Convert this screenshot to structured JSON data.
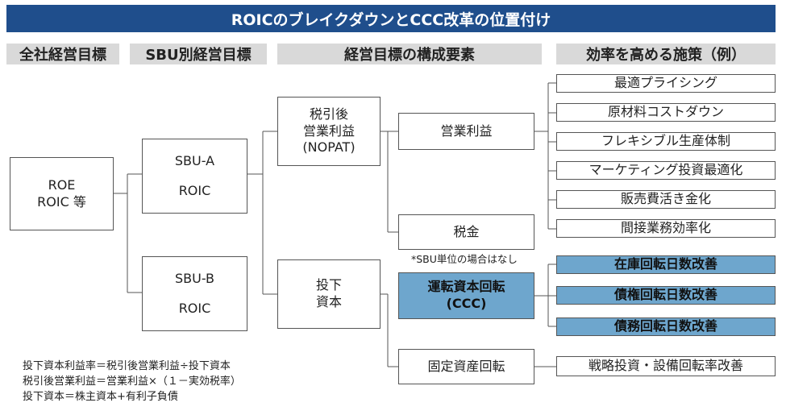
{
  "title": "ROICのブレイクダウンとCCC改革の位置付け",
  "columns": [
    "全社経営目標",
    "SBU別経営目標",
    "経営目標の構成要素",
    "効率を高める施策（例）"
  ],
  "company_goal": {
    "line1": "ROE",
    "line2": "ROIC 等"
  },
  "sbu_a": {
    "name": "SBU-A",
    "metric": "ROIC"
  },
  "sbu_b": {
    "name": "SBU-B",
    "metric": "ROIC"
  },
  "nopat": "税引後\n営業利益\n(NOPAT)",
  "invested_capital": "投下\n資本",
  "operating_profit": "営業利益",
  "tax": "税金",
  "tax_note": "*SBU単位の場合はなし",
  "ccc": "運転資本回転\n(CCC)",
  "fixed_asset_turnover": "固定資産回転",
  "measures_profit": [
    "最適プライシング",
    "原材料コストダウン",
    "フレキシブル生産体制",
    "マーケティング投資最適化",
    "販売費活き金化",
    "間接業務効率化"
  ],
  "measures_ccc": [
    "在庫回転日数改善",
    "債権回転日数改善",
    "債務回転日数改善"
  ],
  "measure_fixed": "戦略投資・設備回転率改善",
  "formulas": [
    "投下資本利益率＝税引後営業利益÷投下資本",
    "税引後営業利益＝営業利益×（１－実効税率）",
    "投下資本＝株主資本+有利子負債"
  ],
  "colors": {
    "title_bg": "#1f4e8c",
    "header_bg": "#d9d9d9",
    "highlight": "#6ea6cd"
  }
}
